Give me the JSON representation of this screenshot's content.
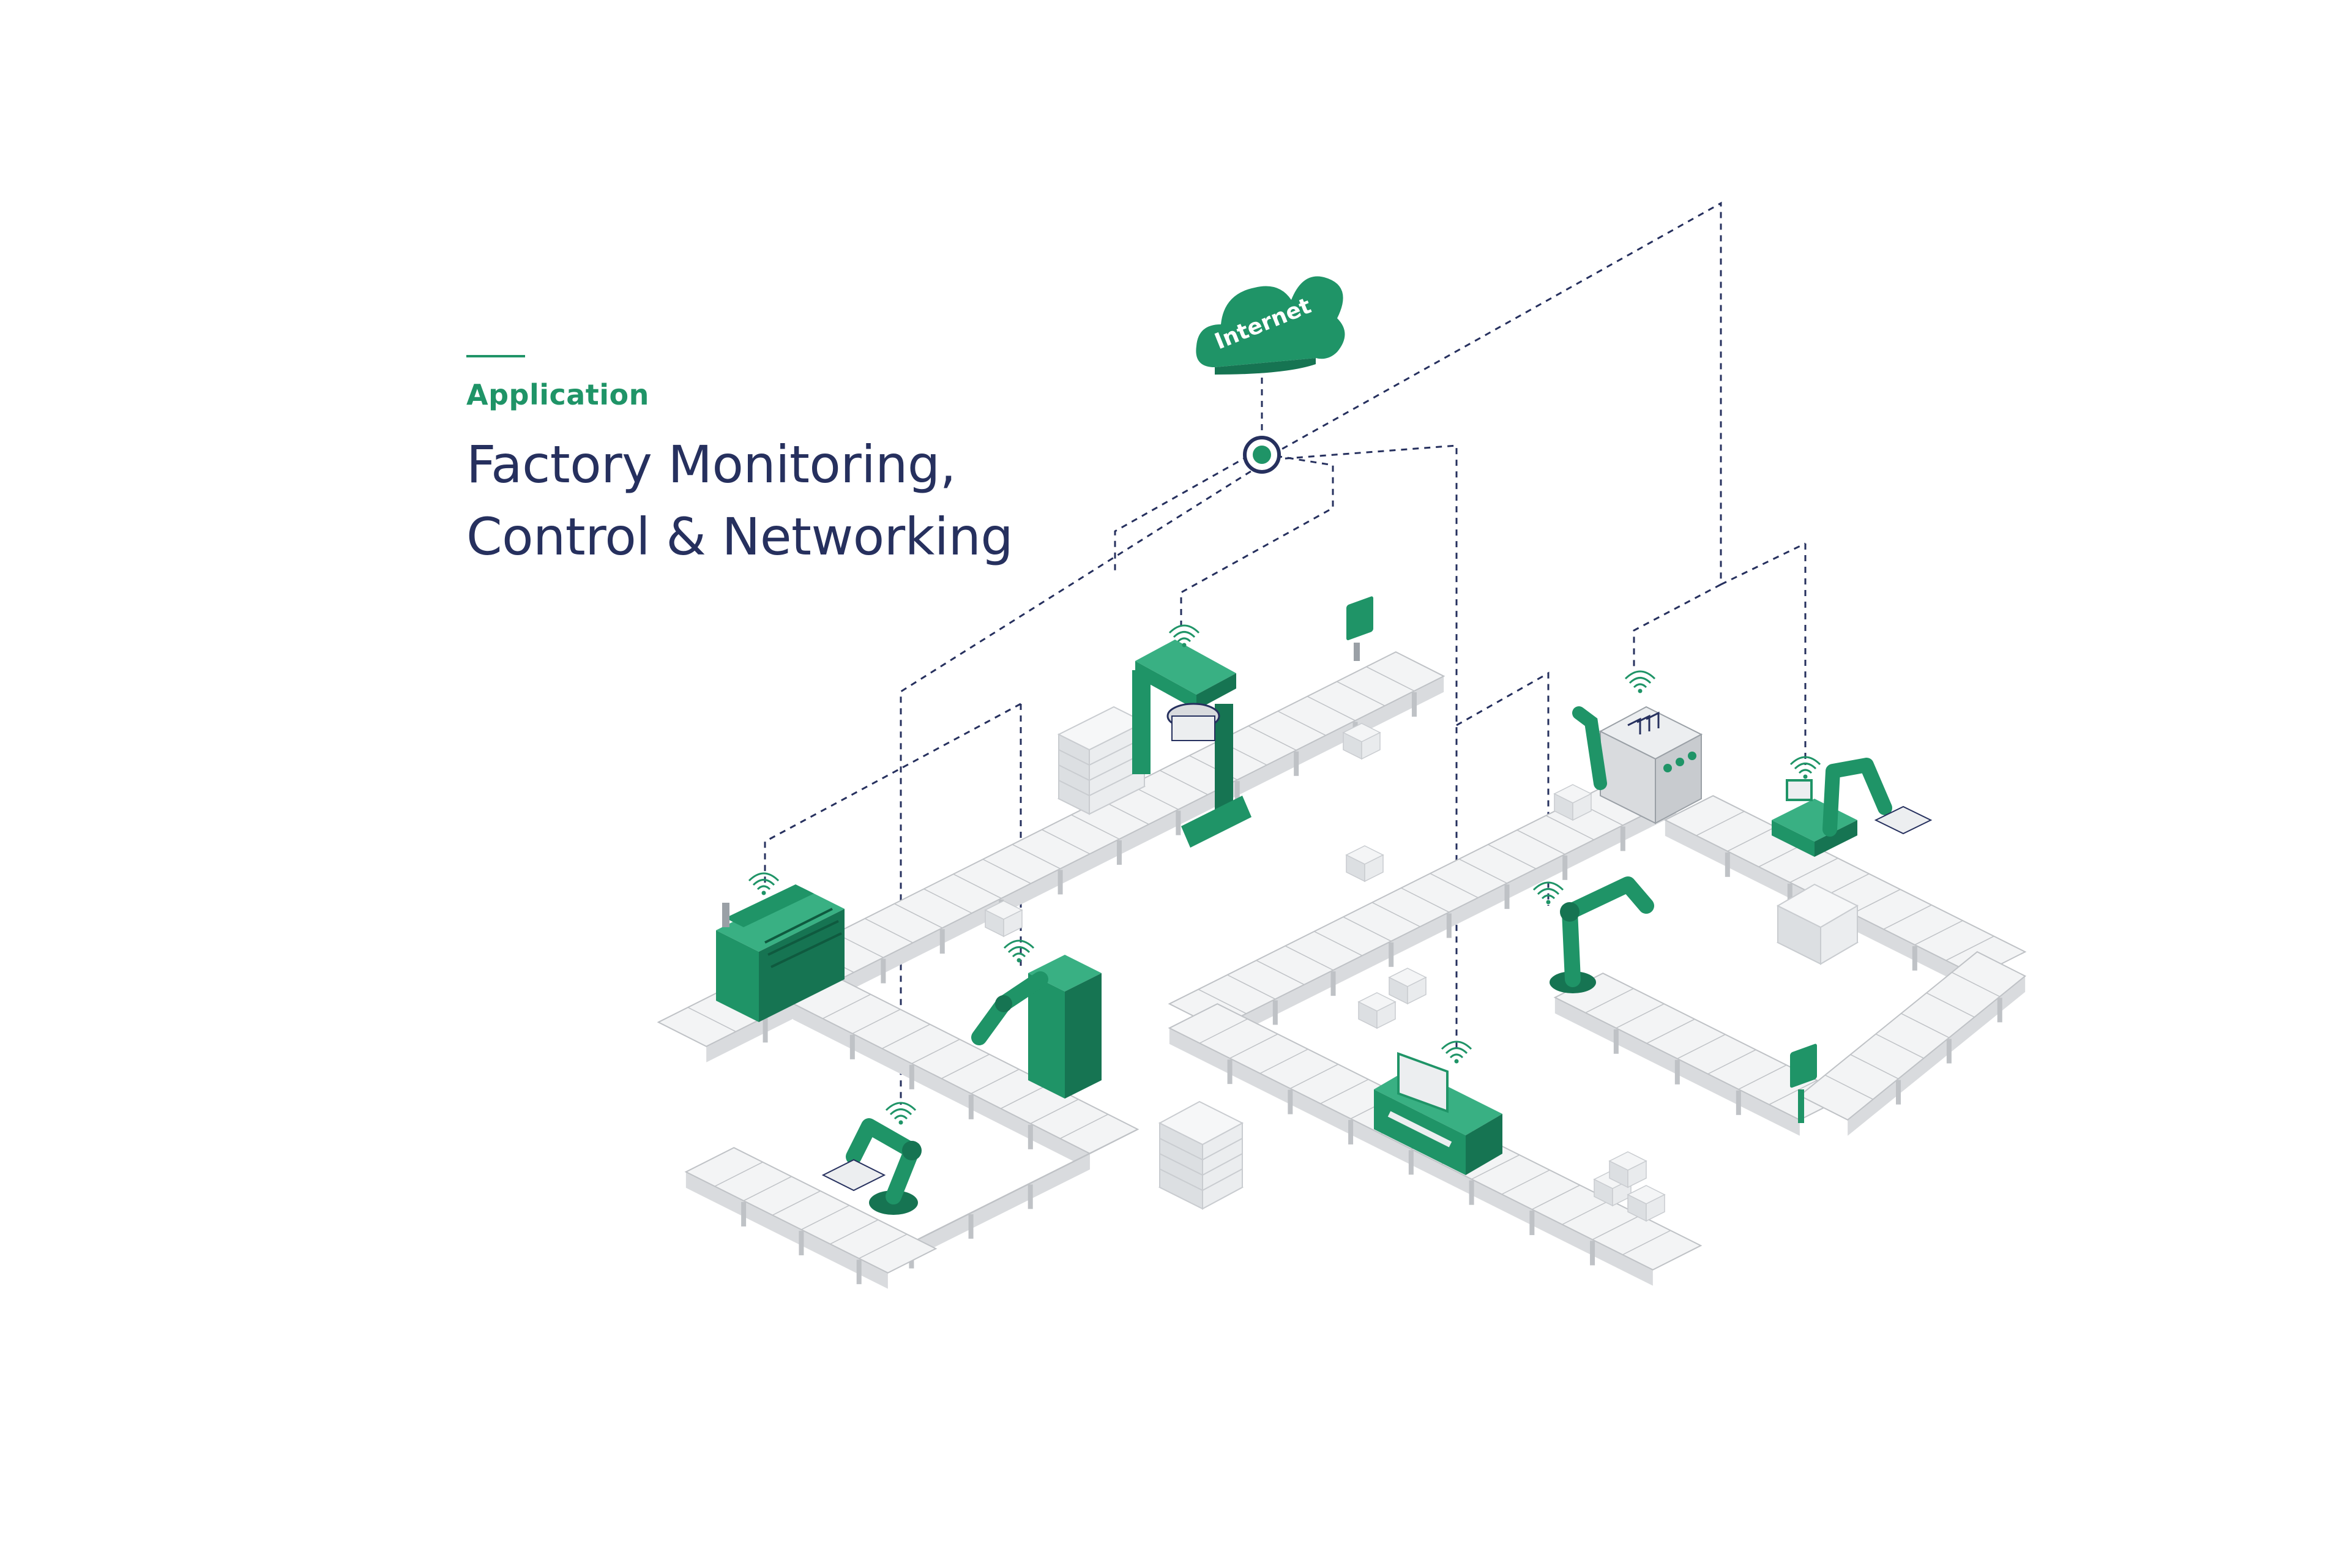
{
  "header": {
    "kicker": "Application",
    "title_line1": "Factory Monitoring,",
    "title_line2": "Control & Networking"
  },
  "cloud": {
    "label": "Internet"
  },
  "colors": {
    "accent_green": "#1f9467",
    "dark_green": "#167452",
    "light_green": "#39b083",
    "navy": "#26305e",
    "conveyor_top": "#f3f4f5",
    "conveyor_side": "#d9dbde",
    "conveyor_dark": "#bfc2c6",
    "background": "#ffffff"
  },
  "icons": {
    "cloud": "internet-cloud-icon",
    "hub": "network-hub-node",
    "wireless": "wifi-signal-icon"
  },
  "machines": [
    "packaging-machine",
    "gantry-press",
    "robot-arm-left",
    "robot-arm-center",
    "cnc-machine",
    "enclosed-cell",
    "robot-arm-right",
    "robot-arm-right-lower",
    "display-terminal-top",
    "display-terminal-right"
  ]
}
